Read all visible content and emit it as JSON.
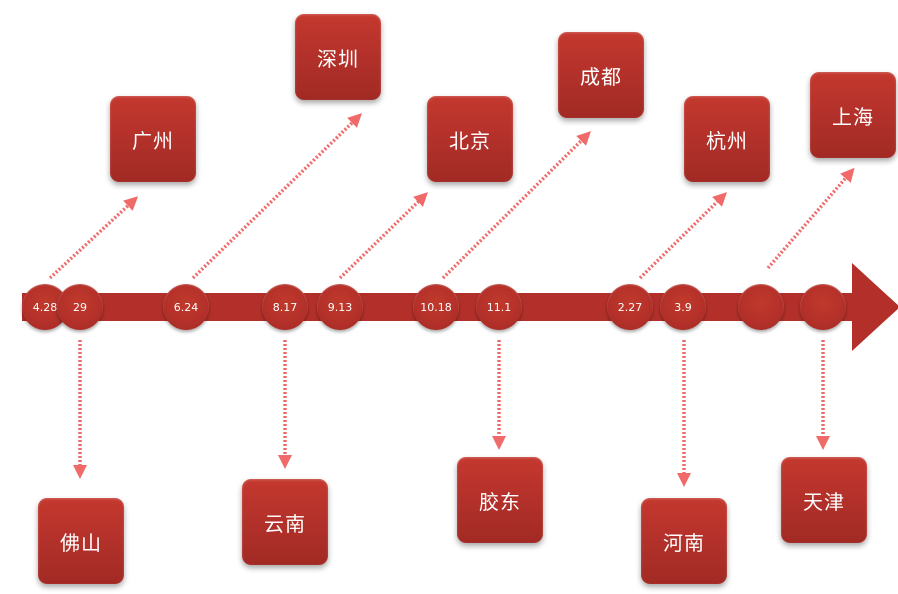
{
  "colors": {
    "shape_fill": "#b3302a",
    "arrow_color": "#f06a6a",
    "node_text": "#ffffff",
    "background": "#ffffff"
  },
  "timeline": {
    "nodes": [
      {
        "label": "4.28"
      },
      {
        "label": "29"
      },
      {
        "label": "6.24"
      },
      {
        "label": "8.17"
      },
      {
        "label": "9.13"
      },
      {
        "label": "10.18"
      },
      {
        "label": "11.1"
      },
      {
        "label": "2.27"
      },
      {
        "label": "3.9"
      },
      {
        "label": ""
      },
      {
        "label": ""
      }
    ]
  },
  "cities": {
    "top": [
      "广州",
      "深圳",
      "北京",
      "成都",
      "杭州",
      "上海"
    ],
    "bottom": [
      "佛山",
      "云南",
      "胶东",
      "河南",
      "天津"
    ]
  }
}
